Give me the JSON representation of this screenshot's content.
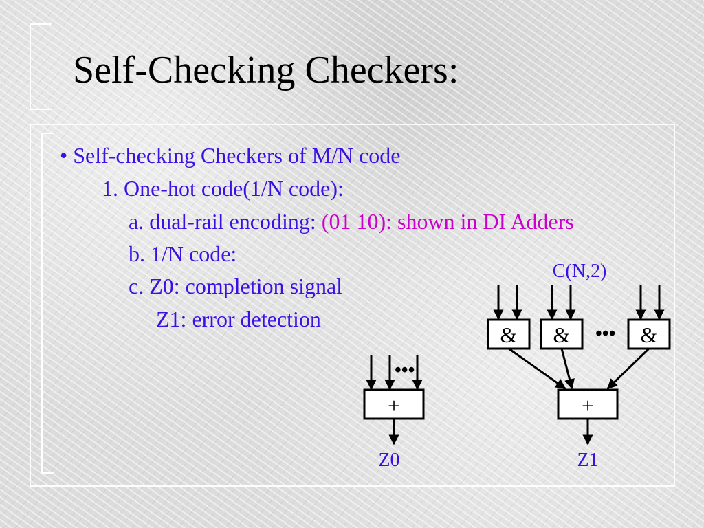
{
  "slide": {
    "title": "Self-Checking Checkers:",
    "bullet_glyph": "•",
    "lines": {
      "bullet": "Self-checking Checkers of M/N code",
      "item1": "1. One-hot code(1/N code):",
      "item_a_prefix": "a. dual-rail encoding: ",
      "item_a_highlight": "(01 10): shown in DI Adders",
      "item_b": "b. 1/N code:",
      "item_c": "c. Z0: completion signal",
      "item_c2": "Z1: error detection"
    },
    "colors": {
      "text": "#3a10e5",
      "highlight": "#cc00cc",
      "title": "#000000"
    }
  },
  "diagram": {
    "cn2_label": "C(N,2)",
    "and_symbol": "&",
    "or_symbol": "+",
    "ellipsis": "•••",
    "z0_label": "Z0",
    "z1_label": "Z1"
  }
}
